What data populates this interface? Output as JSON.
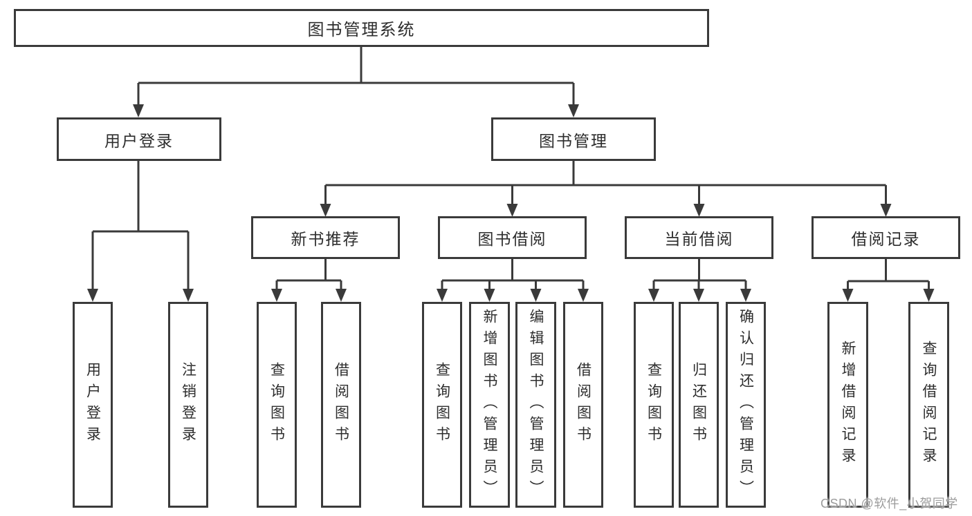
{
  "diagram": {
    "root": "图书管理系统",
    "branches": [
      {
        "label": "用户登录",
        "leaves": [
          "用户登录",
          "注销登录"
        ]
      },
      {
        "label": "图书管理",
        "sections": [
          {
            "label": "新书推荐",
            "leaves": [
              "查询图书",
              "借阅图书"
            ]
          },
          {
            "label": "图书借阅",
            "leaves": [
              "查询图书",
              "新增图书（管理员）",
              "编辑图书（管理员）",
              "借阅图书"
            ]
          },
          {
            "label": "当前借阅",
            "leaves": [
              "查询图书",
              "归还图书",
              "确认归还（管理员）"
            ]
          },
          {
            "label": "借阅记录",
            "leaves": [
              "新增借阅记录",
              "查询借阅记录"
            ]
          }
        ]
      }
    ]
  },
  "watermark": "CSDN @软件_小贺同学",
  "colors": {
    "line": "#3a3a3a",
    "text": "#2d2d2d",
    "watermark": "#9c9c9c",
    "background": "#ffffff"
  }
}
